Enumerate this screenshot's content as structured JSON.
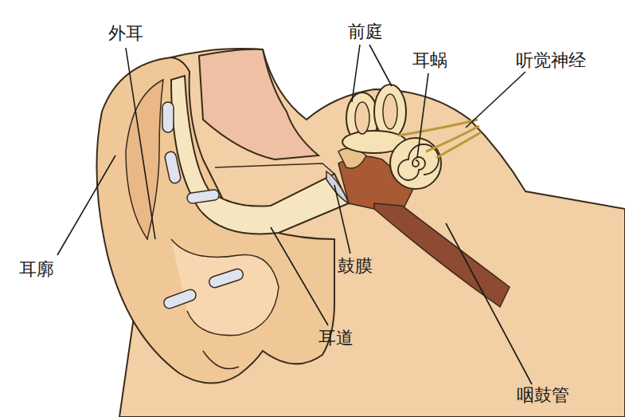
{
  "diagram": {
    "labels": [
      "外耳",
      "前庭",
      "耳蜗",
      "听觉神经",
      "耳廓",
      "鼓膜",
      "耳道",
      "咽鼓管"
    ]
  }
}
